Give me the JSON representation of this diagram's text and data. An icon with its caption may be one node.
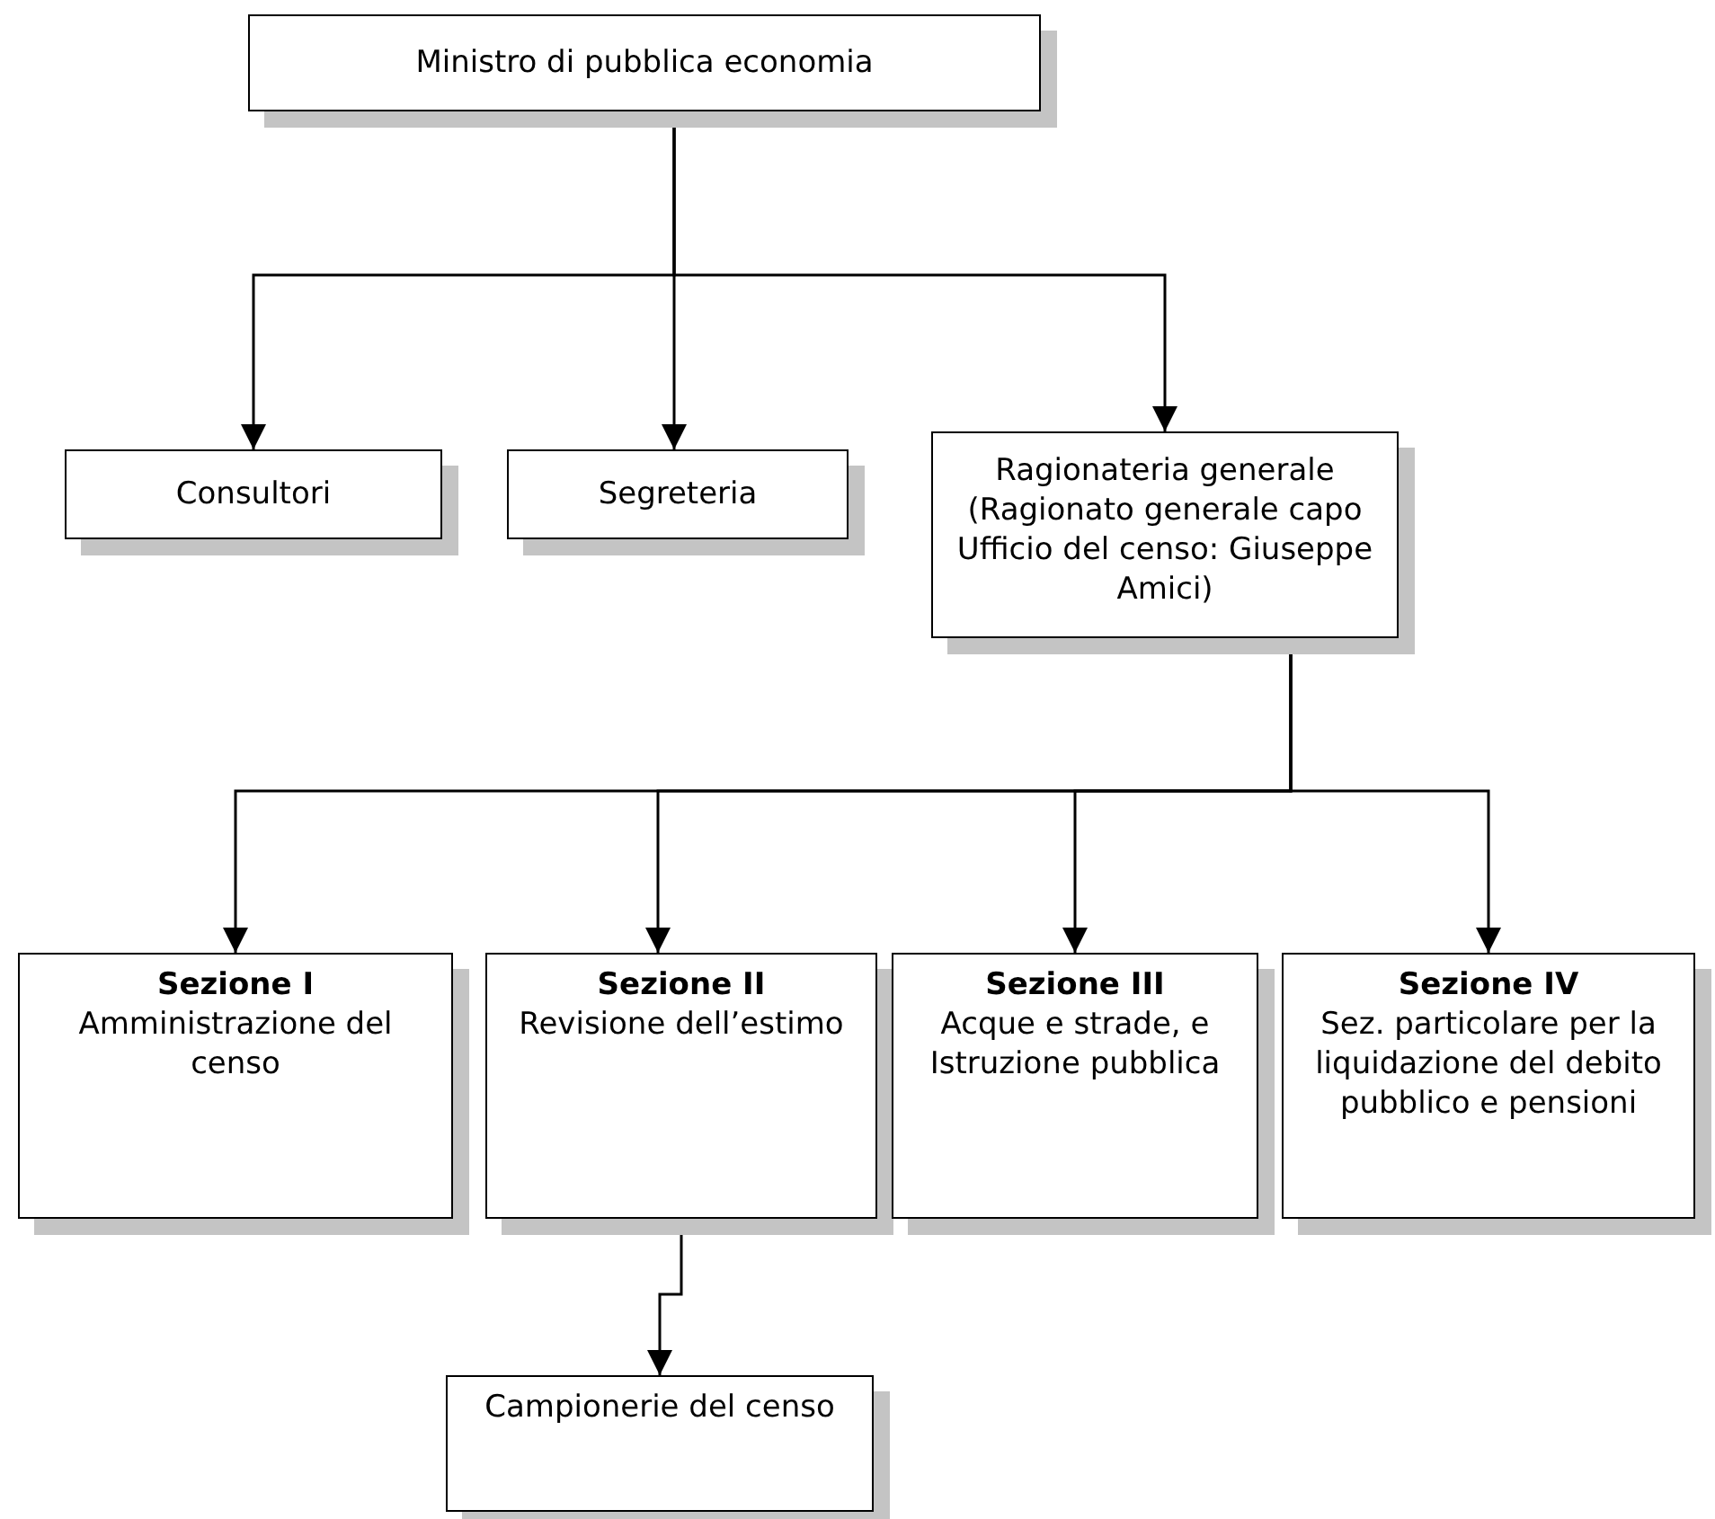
{
  "diagram": {
    "nodes": [
      {
        "text": [
          "Ministro di pubblica economia"
        ]
      },
      {
        "text": [
          "Consultori"
        ]
      },
      {
        "text": [
          "Segreteria"
        ]
      },
      {
        "text": [
          "Ragionateria generale (Ragionato generale capo Ufficio del censo: Giuseppe Amici)"
        ]
      },
      {
        "text": [
          "Sezione I",
          "Amministrazione del censo"
        ]
      },
      {
        "text": [
          "Sezione II",
          "Revisione dell’estimo"
        ]
      },
      {
        "text": [
          "Sezione III",
          "Acque e strade, e Istruzione pubblica"
        ]
      },
      {
        "text": [
          "Sezione IV",
          "Sez. particolare per la liquidazione del debito pubblico e pensioni"
        ]
      },
      {
        "text": [
          "Campionerie del censo"
        ]
      }
    ],
    "edges": [
      {
        "from": 0,
        "to": 1,
        "arrow": "to"
      },
      {
        "from": 0,
        "to": 2,
        "arrow": "to"
      },
      {
        "from": 0,
        "to": 3,
        "arrow": "to"
      },
      {
        "from": 3,
        "to": 4,
        "arrow": "to"
      },
      {
        "from": 3,
        "to": 5,
        "arrow": "to"
      },
      {
        "from": 3,
        "to": 6,
        "arrow": "to"
      },
      {
        "from": 3,
        "to": 7,
        "arrow": "to"
      },
      {
        "from": 5,
        "to": 8,
        "arrow": "to"
      }
    ]
  }
}
